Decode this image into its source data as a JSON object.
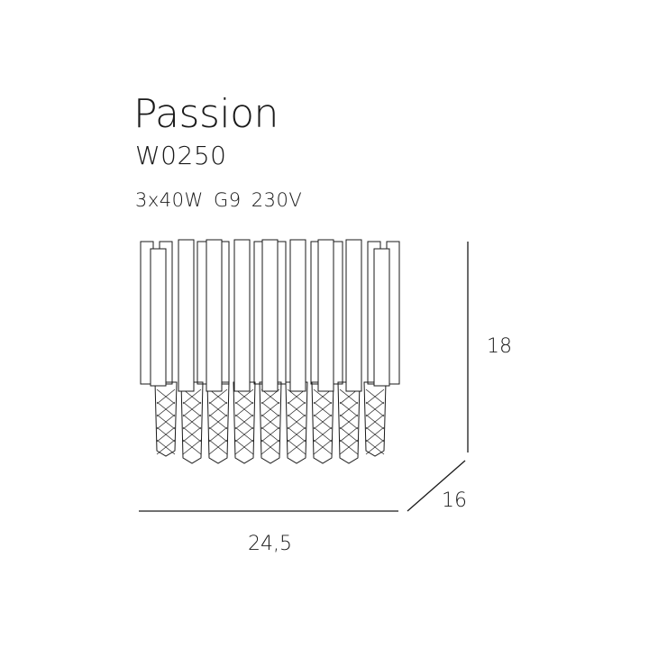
{
  "product": {
    "name": "Passion",
    "code": "W0250",
    "specs": "3x40W G9 230V"
  },
  "dimensions": {
    "height": "18",
    "depth": "16",
    "width": "24,5"
  },
  "colors": {
    "line": "#1a1a1a",
    "background": "#ffffff"
  }
}
